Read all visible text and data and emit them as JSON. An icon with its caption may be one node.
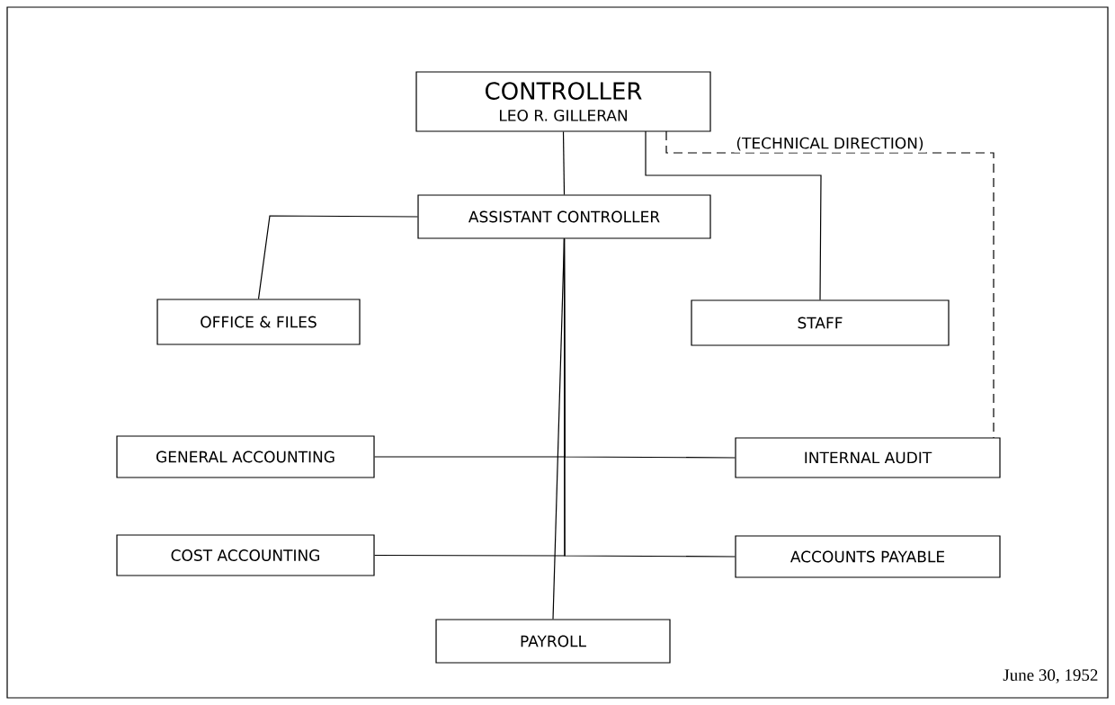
{
  "diagram": {
    "nodes": [
      {
        "text": [
          "CONTROLLER",
          "LEO R. GILLERAN"
        ]
      },
      {
        "text": [
          "ASSISTANT CONTROLLER"
        ]
      },
      {
        "text": [
          "OFFICE & FILES"
        ]
      },
      {
        "text": [
          "STAFF"
        ]
      },
      {
        "text": [
          "GENERAL ACCOUNTING"
        ]
      },
      {
        "text": [
          "INTERNAL AUDIT"
        ]
      },
      {
        "text": [
          "COST ACCOUNTING"
        ]
      },
      {
        "text": [
          "ACCOUNTS PAYABLE"
        ]
      },
      {
        "text": [
          "PAYROLL"
        ]
      }
    ],
    "edges": [
      {
        "from": 0,
        "to": 1,
        "arrow": "none"
      },
      {
        "from": 0,
        "to": 3,
        "arrow": "none"
      },
      {
        "from": 0,
        "to": 5,
        "arrow": "none",
        "style": "dashed",
        "label": "(TECHNICAL DIRECTION)"
      },
      {
        "from": 1,
        "to": 2,
        "arrow": "none"
      },
      {
        "from": 1,
        "to": 4,
        "arrow": "none"
      },
      {
        "from": 1,
        "to": 5,
        "arrow": "none"
      },
      {
        "from": 1,
        "to": 6,
        "arrow": "none"
      },
      {
        "from": 1,
        "to": 7,
        "arrow": "none"
      },
      {
        "from": 1,
        "to": 8,
        "arrow": "none"
      }
    ],
    "labels": [
      "June 30, 1952"
    ]
  }
}
